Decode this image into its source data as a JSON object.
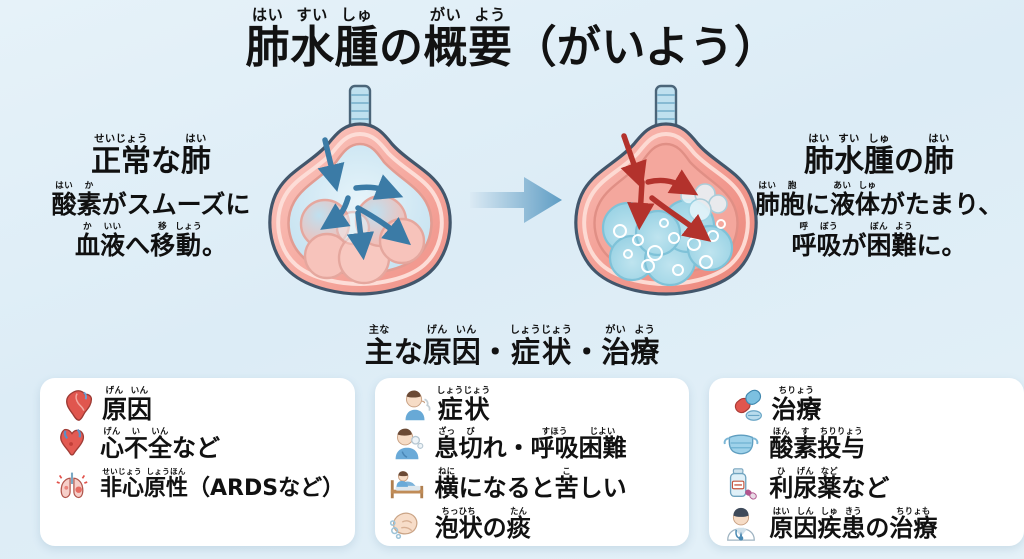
{
  "title": {
    "segments": [
      {
        "kana": "はい",
        "base": "肺"
      },
      {
        "kana": "すい",
        "base": "水"
      },
      {
        "kana": "しゅ",
        "base": "腫"
      },
      {
        "kana": "",
        "base": "の"
      },
      {
        "kana": "がい",
        "base": "概"
      },
      {
        "kana": "よう",
        "base": "要"
      },
      {
        "kana": "",
        "base": "（がいよう）"
      }
    ],
    "plain": "肺水腫の概要（がいよう）"
  },
  "left_caption": {
    "heading": [
      {
        "kana": "せいじょう",
        "base": "正常"
      },
      {
        "kana": "",
        "base": "な"
      },
      {
        "kana": "はい",
        "base": "肺"
      }
    ],
    "heading_plain": "正常な肺",
    "line1": [
      {
        "kana": "はい",
        "base": "酸"
      },
      {
        "kana": "か",
        "base": "素"
      },
      {
        "kana": "",
        "base": "がスムーズに"
      }
    ],
    "line1_plain": "酸素がスムーズに",
    "line2": [
      {
        "kana": "か",
        "base": "血"
      },
      {
        "kana": "いい",
        "base": "液"
      },
      {
        "kana": "",
        "base": "へ"
      },
      {
        "kana": "移",
        "base": "移"
      },
      {
        "kana": "しょう",
        "base": "動"
      },
      {
        "kana": "",
        "base": "。"
      }
    ],
    "line2_plain": "血液へ移動。"
  },
  "right_caption": {
    "heading": [
      {
        "kana": "はい",
        "base": "肺"
      },
      {
        "kana": "すい",
        "base": "水"
      },
      {
        "kana": "しゅ",
        "base": "腫"
      },
      {
        "kana": "",
        "base": "の"
      },
      {
        "kana": "はい",
        "base": "肺"
      }
    ],
    "heading_plain": "肺水腫の肺",
    "line1": [
      {
        "kana": "はい",
        "base": "肺"
      },
      {
        "kana": "胞",
        "base": "胞"
      },
      {
        "kana": "",
        "base": "に"
      },
      {
        "kana": "あい",
        "base": "液"
      },
      {
        "kana": "しゅ",
        "base": "体"
      },
      {
        "kana": "",
        "base": "がたまり、"
      }
    ],
    "line1_plain": "肺胞に液体がたまり、",
    "line2": [
      {
        "kana": "呼",
        "base": "呼"
      },
      {
        "kana": "ぼう",
        "base": "吸"
      },
      {
        "kana": "",
        "base": "が"
      },
      {
        "kana": "ぼん",
        "base": "困"
      },
      {
        "kana": "よう",
        "base": "難"
      },
      {
        "kana": "",
        "base": "に。"
      }
    ],
    "line2_plain": "呼吸が困難に。"
  },
  "section_heading": {
    "segments": [
      {
        "kana": "主な",
        "base": "主"
      },
      {
        "kana": "",
        "base": "な"
      },
      {
        "kana": "げん",
        "base": "原"
      },
      {
        "kana": "いん",
        "base": "因"
      },
      {
        "kana": "",
        "base": "・"
      },
      {
        "kana": "しょう",
        "base": "症"
      },
      {
        "kana": "じょう",
        "base": "状"
      },
      {
        "kana": "",
        "base": "・"
      },
      {
        "kana": "がい",
        "base": "治"
      },
      {
        "kana": "よう",
        "base": "療"
      }
    ],
    "plain": "主な原因・症状・治療"
  },
  "cards": [
    {
      "icon": "heart-anatomical-icon",
      "title": [
        {
          "kana": "げん",
          "base": "原"
        },
        {
          "kana": "いん",
          "base": "因"
        }
      ],
      "title_plain": "原因",
      "items": [
        {
          "icon": "heart-icon",
          "segments": [
            {
              "kana": "げん",
              "base": "心"
            },
            {
              "kana": "い",
              "base": "不"
            },
            {
              "kana": "いん",
              "base": "全"
            },
            {
              "kana": "",
              "base": "など"
            }
          ],
          "plain": "心不全など",
          "small": false
        },
        {
          "icon": "lungs-inflamed-icon",
          "segments": [
            {
              "kana": "せいじょう",
              "base": "非心"
            },
            {
              "kana": "しょうほん",
              "base": "原性"
            },
            {
              "kana": "",
              "base": "（ARDSなど）"
            }
          ],
          "plain": "非心原性（ARDSなど）",
          "small": true
        }
      ]
    },
    {
      "icon": "coughing-person-icon",
      "title": [
        {
          "kana": "しょう",
          "base": "症"
        },
        {
          "kana": "じょう",
          "base": "状"
        }
      ],
      "title_plain": "症状",
      "items": [
        {
          "icon": "breathless-person-icon",
          "segments": [
            {
              "kana": "ざっ",
              "base": "息"
            },
            {
              "kana": "び",
              "base": "切"
            },
            {
              "kana": "",
              "base": "れ・"
            },
            {
              "kana": "すほう",
              "base": "呼吸"
            },
            {
              "kana": "じよい",
              "base": "困難"
            }
          ],
          "plain": "息切れ・呼吸困難",
          "small": false
        },
        {
          "icon": "person-in-bed-icon",
          "segments": [
            {
              "kana": "ねに",
              "base": "横"
            },
            {
              "kana": "",
              "base": "になると"
            },
            {
              "kana": "こ",
              "base": "苦"
            },
            {
              "kana": "",
              "base": "しい"
            }
          ],
          "plain": "横になると苦しい",
          "small": false
        },
        {
          "icon": "foamy-sputum-icon",
          "segments": [
            {
              "kana": "ちっひち",
              "base": "泡状"
            },
            {
              "kana": "",
              "base": "の"
            },
            {
              "kana": "たん",
              "base": "痰"
            }
          ],
          "plain": "泡状の痰",
          "small": false
        }
      ]
    },
    {
      "icon": "pill-capsule-icon",
      "title": [
        {
          "kana": "ちりょう",
          "base": "治療"
        }
      ],
      "title_plain": "治療",
      "items": [
        {
          "icon": "oxygen-mask-icon",
          "segments": [
            {
              "kana": "ほん",
              "base": "酸"
            },
            {
              "kana": "す",
              "base": "素"
            },
            {
              "kana": "ちりりょう",
              "base": "投与"
            }
          ],
          "plain": "酸素投与",
          "small": false
        },
        {
          "icon": "medicine-vial-icon",
          "segments": [
            {
              "kana": "ひ",
              "base": "利"
            },
            {
              "kana": "げん",
              "base": "尿"
            },
            {
              "kana": "など",
              "base": "薬"
            },
            {
              "kana": "",
              "base": "など"
            }
          ],
          "plain": "利尿薬など",
          "small": false
        },
        {
          "icon": "doctor-icon",
          "segments": [
            {
              "kana": "はい",
              "base": "原"
            },
            {
              "kana": "しん",
              "base": "因"
            },
            {
              "kana": "しゅ",
              "base": "疾"
            },
            {
              "kana": "きう",
              "base": "患"
            },
            {
              "kana": "",
              "base": "の"
            },
            {
              "kana": "ちりょも",
              "base": "治療"
            }
          ],
          "plain": "原因疾患の治療",
          "small": false
        }
      ]
    }
  ],
  "figures": {
    "normal_lung_label": "normal-lung-cross-section",
    "edema_lung_label": "pulmonary-edema-lung-cross-section",
    "transition_arrow_label": "progression-arrow"
  },
  "colors": {
    "background": "#e2f0f8",
    "lung_tissue": "#f4a098",
    "lung_tissue_light": "#fbc9c2",
    "lung_outline": "#42566b",
    "air_blue": "#cfe7f2",
    "fluid_blue": "#a9d9e8",
    "arrow_blue": "#3b7ba6",
    "arrow_red": "#b3322c",
    "card_bg": "#ffffff",
    "text": "#111111"
  }
}
